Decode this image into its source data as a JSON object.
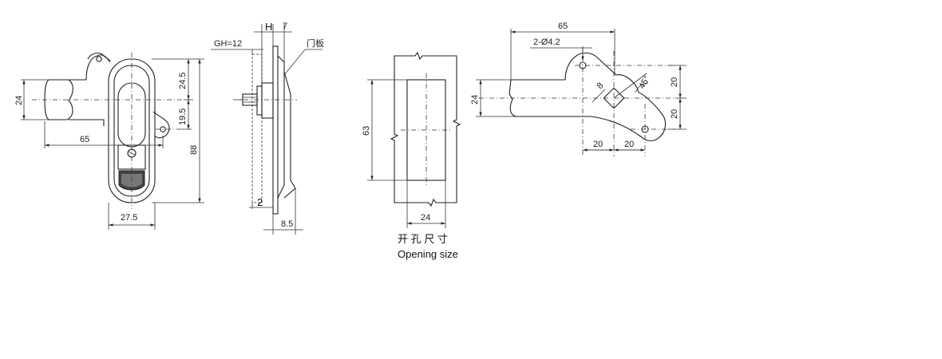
{
  "front_view": {
    "dim_24": "24",
    "dim_65": "65",
    "dim_24_5": "24.5",
    "dim_19_5": "19.5",
    "dim_88": "88",
    "dim_27_5": "27.5"
  },
  "side_view": {
    "dim_H": "H",
    "dim_7": "7",
    "label_GH": "GH=12",
    "label_door_panel": "门板",
    "dim_2": "2",
    "dim_8_5": "8.5"
  },
  "opening_view": {
    "dim_63": "63",
    "dim_24": "24",
    "caption_cn": "开 孔 尺 寸",
    "caption_en": "Opening size"
  },
  "handle_view": {
    "dim_65": "65",
    "label_holes": "2-Ø4.2",
    "dim_24": "24",
    "dim_8": "8",
    "dim_45": "45°",
    "dim_20_top": "20",
    "dim_20_bottom": "20",
    "dim_20_left": "20",
    "dim_20_right": "20"
  }
}
